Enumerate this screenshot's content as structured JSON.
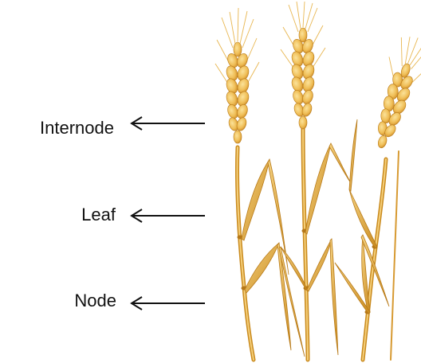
{
  "labels": {
    "internode": "Internode",
    "leaf": "Leaf",
    "node": "Node"
  },
  "colors": {
    "text": "#111111",
    "arrow": "#111111",
    "stem_light": "#f2c46a",
    "stem_dark": "#c98a1e",
    "grain_light": "#f7d27a",
    "grain_dark": "#d9962a",
    "awn": "#e8b650"
  },
  "icons": {
    "arrow": "left-arrow-icon",
    "plant": "wheat-plant-illustration"
  }
}
